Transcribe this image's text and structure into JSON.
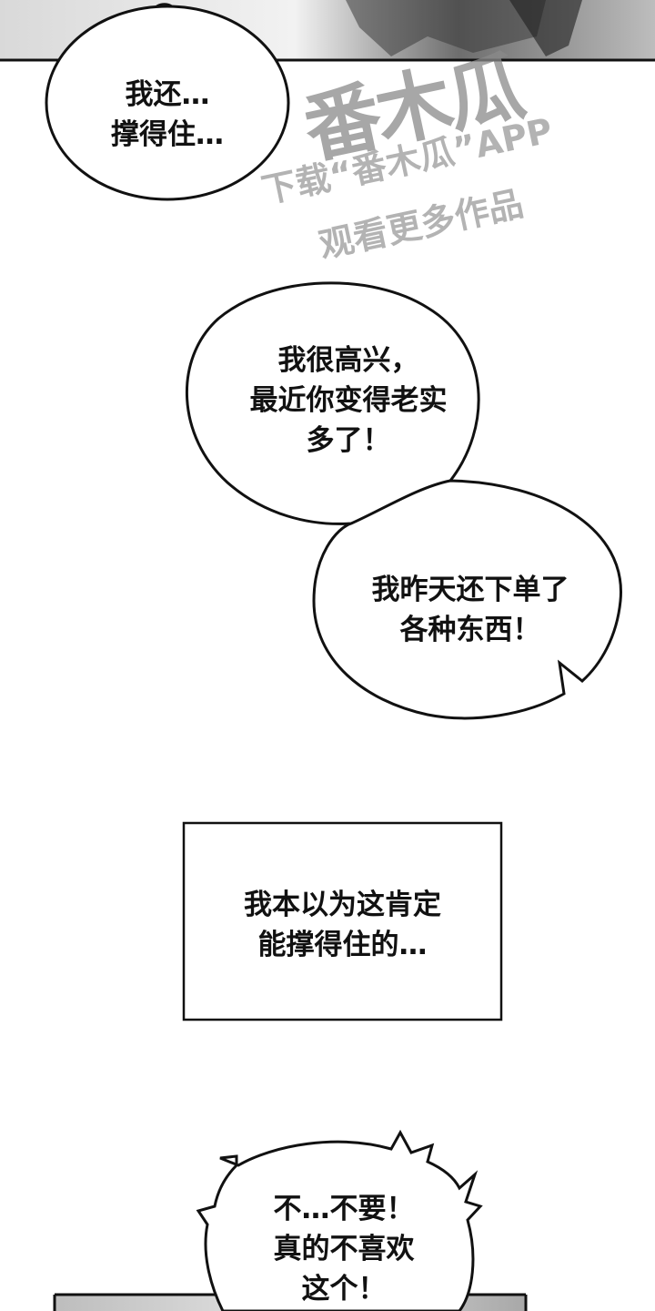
{
  "watermark": {
    "logo": "番木瓜",
    "line1": "下载“番木瓜”APP",
    "line2": "观看更多作品"
  },
  "bubbles": [
    {
      "id": "bubble-1",
      "lines": [
        "我还…",
        "撑得住…"
      ]
    },
    {
      "id": "bubble-2",
      "lines": [
        "我很高兴，",
        "最近你变得老实",
        "多了！"
      ]
    },
    {
      "id": "bubble-3",
      "lines": [
        "我昨天还下单了",
        "各种东西！"
      ]
    }
  ],
  "caption_box": {
    "lines": [
      "我本以为这肯定",
      "能撑得住的…"
    ]
  },
  "shout_bubble": {
    "lines": [
      "不…不要！",
      "真的不喜欢",
      "这个！"
    ]
  },
  "colors": {
    "ink": "#111111",
    "panel_gray": "#8c8c8c",
    "watermark": "#9a9a9a"
  }
}
